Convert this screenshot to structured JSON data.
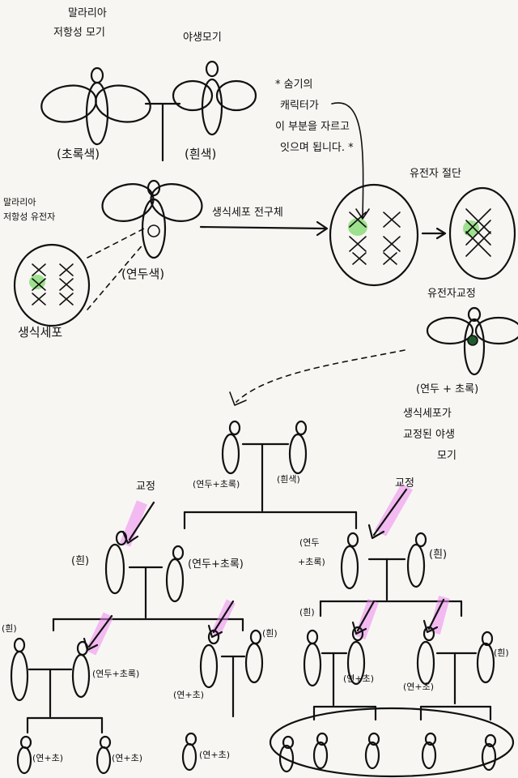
{
  "colors": {
    "ink": "#111111",
    "highlight": "#ee88ee",
    "green": "#7fd86b",
    "dark_green": "#1f5a2c",
    "paper": "#f7f6f3"
  },
  "labels": {
    "malaria_mosq_1": "말라리아",
    "malaria_mosq_2": "저항성 모기",
    "wild_mosq": "야생모기",
    "green": "(초록색)",
    "white": "(흰색)",
    "malaria_gene_1": "말라리아",
    "malaria_gene_2": "저항성 유전자",
    "light_green": "(연두색)",
    "germ_cell": "생식세포",
    "precursor": "생식세포 전구체",
    "note_1": "* 숨기의",
    "note_2": "캐릭터가",
    "note_3": "이 부분을 자르고",
    "note_4": "잇으며 됩니다. *",
    "gene_cut": "유전자 절단",
    "gene_fixed": "유전자교정",
    "fixed_color": "(연두 + 초록)",
    "fixed_desc_1": "생식세포가",
    "fixed_desc_2": "교정된 야생",
    "fixed_desc_3": "모기",
    "gen1_left": "(연두+초록)",
    "gen1_right": "(흰색)",
    "fix_left": "교정",
    "fix_right": "교정",
    "w": "(흰)",
    "lg_green": "(연두+초록)",
    "lg_green_2a": "(연두",
    "lg_green_2b": "+초록)",
    "short": "(연+초)"
  }
}
